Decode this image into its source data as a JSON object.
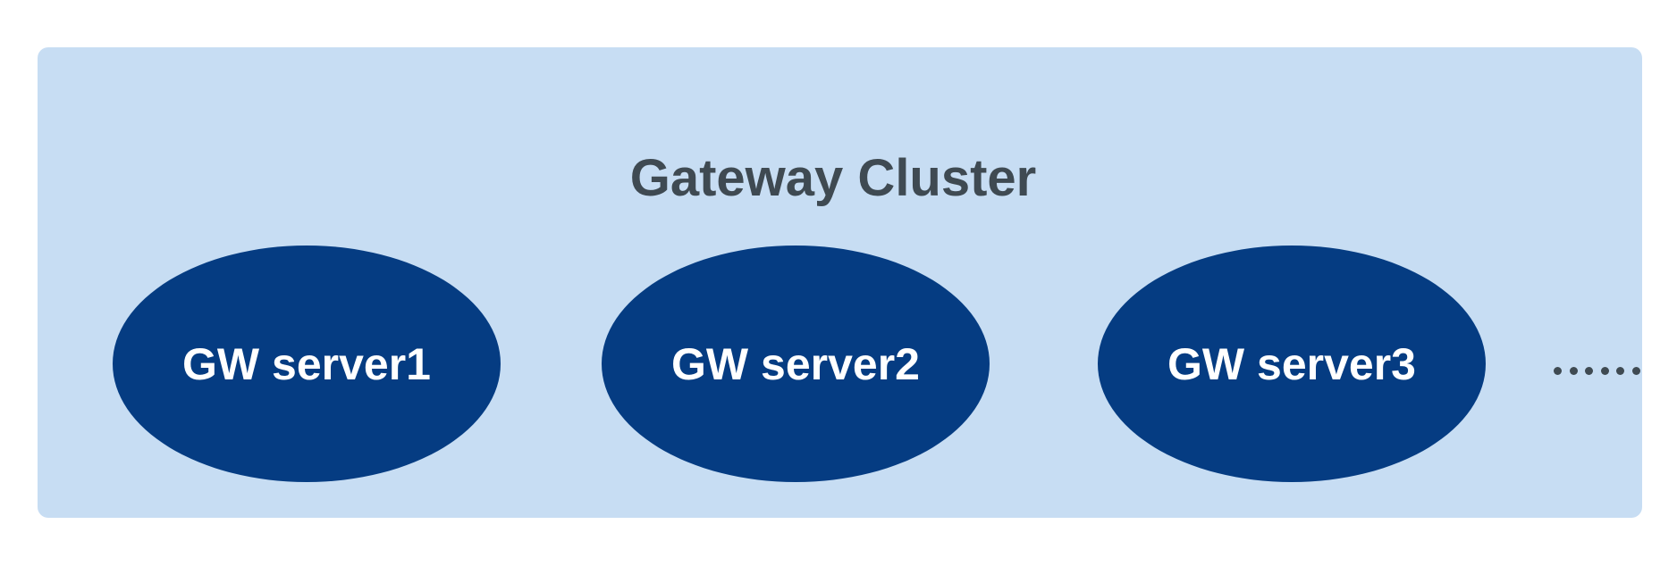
{
  "cluster": {
    "title": "Gateway Cluster",
    "nodes": [
      {
        "label": "GW server1"
      },
      {
        "label": "GW server2"
      },
      {
        "label": "GW server3"
      }
    ],
    "ellipsis": {
      "dot_count": 6
    },
    "colors": {
      "box_bg": "#c7ddf3",
      "node_fill": "#053c82",
      "node_text": "#ffffff",
      "title_text": "#3f4a52",
      "dot_color": "#3f4a52"
    }
  }
}
